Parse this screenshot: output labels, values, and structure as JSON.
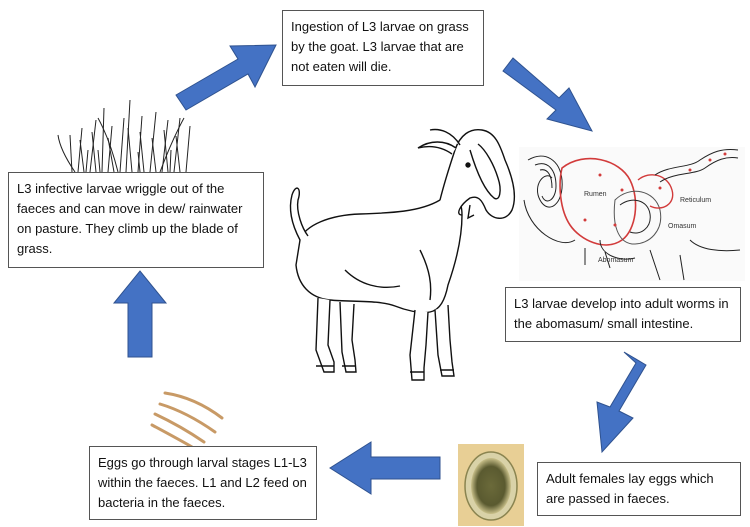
{
  "diagram": {
    "steps": [
      {
        "id": "ingestion",
        "text": "Ingestion of L3 larvae on grass by the goat. L3 larvae that are not eaten will die."
      },
      {
        "id": "develop",
        "text": "L3 larvae develop into adult worms in the abomasum/ small intestine."
      },
      {
        "id": "lay_eggs",
        "text": "Adult females lay eggs which are passed in faeces."
      },
      {
        "id": "larval_stages",
        "text": "Eggs go through larval stages L1-L3 within the faeces. L1 and L2 feed on bacteria in the faeces."
      },
      {
        "id": "wriggle",
        "text": "L3 infective larvae wriggle out of the faeces and can move in dew/ rainwater on pasture. They climb up the blade of grass."
      }
    ],
    "stomach_labels": {
      "rumen": "Rumen",
      "reticulum": "Reticulum",
      "omasum": "Omasum",
      "abomasum": "Abomasum"
    },
    "colors": {
      "arrow": "#4472C4",
      "arrow_edge": "#2F528F",
      "box_border": "#555555"
    },
    "icons": [
      "goat-illustration",
      "grass-illustration",
      "stomach-diagram",
      "egg-micrograph",
      "larvae-illustration"
    ]
  }
}
